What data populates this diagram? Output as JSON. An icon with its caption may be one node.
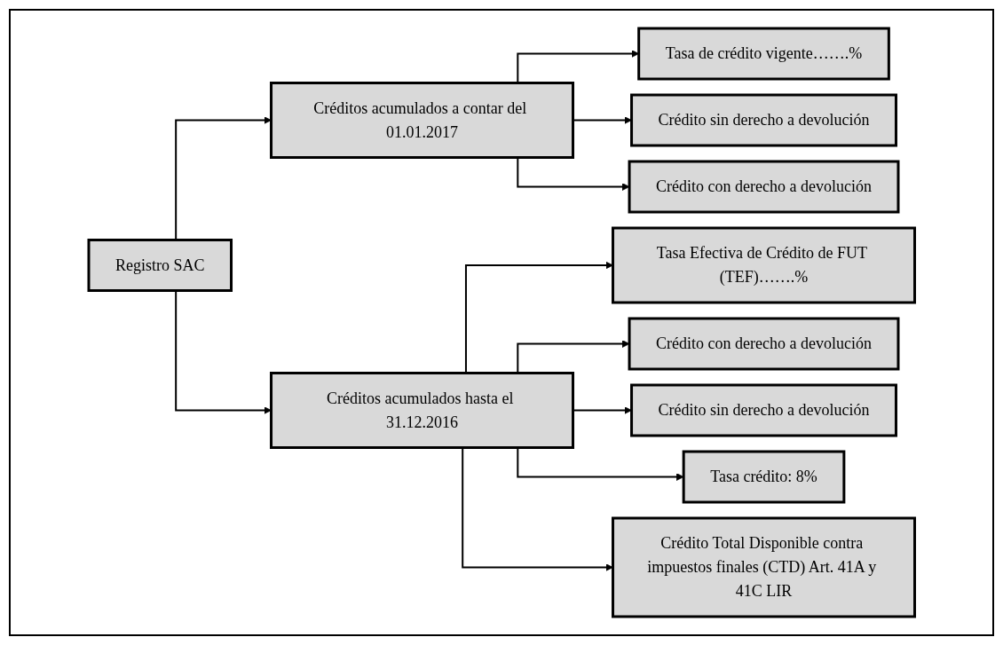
{
  "diagram": {
    "nodes": [
      {
        "text": [
          "Registro SAC"
        ]
      },
      {
        "text": [
          "Créditos acumulados a contar del 01.01.2017"
        ]
      },
      {
        "text": [
          "Tasa de crédito vigente…….%"
        ]
      },
      {
        "text": [
          "Crédito sin derecho a devolución"
        ]
      },
      {
        "text": [
          "Crédito con derecho a devolución"
        ]
      },
      {
        "text": [
          "Créditos acumulados hasta el 31.12.2016"
        ]
      },
      {
        "text": [
          "Tasa Efectiva de Crédito de FUT (TEF)…….%"
        ]
      },
      {
        "text": [
          "Crédito con derecho a devolución"
        ]
      },
      {
        "text": [
          "Crédito sin derecho a devolución"
        ]
      },
      {
        "text": [
          "Tasa crédito: 8%"
        ]
      },
      {
        "text": [
          "Crédito Total Disponible contra impuestos finales (CTD) Art. 41A y 41C LIR"
        ]
      }
    ],
    "edges": [
      {
        "from": 0,
        "to": 1,
        "arrow": "to"
      },
      {
        "from": 0,
        "to": 5,
        "arrow": "to"
      },
      {
        "from": 1,
        "to": 2,
        "arrow": "to"
      },
      {
        "from": 1,
        "to": 3,
        "arrow": "to"
      },
      {
        "from": 1,
        "to": 4,
        "arrow": "to"
      },
      {
        "from": 5,
        "to": 6,
        "arrow": "to"
      },
      {
        "from": 5,
        "to": 7,
        "arrow": "to"
      },
      {
        "from": 5,
        "to": 8,
        "arrow": "to"
      },
      {
        "from": 5,
        "to": 9,
        "arrow": "to"
      },
      {
        "from": 5,
        "to": 10,
        "arrow": "to"
      }
    ]
  }
}
